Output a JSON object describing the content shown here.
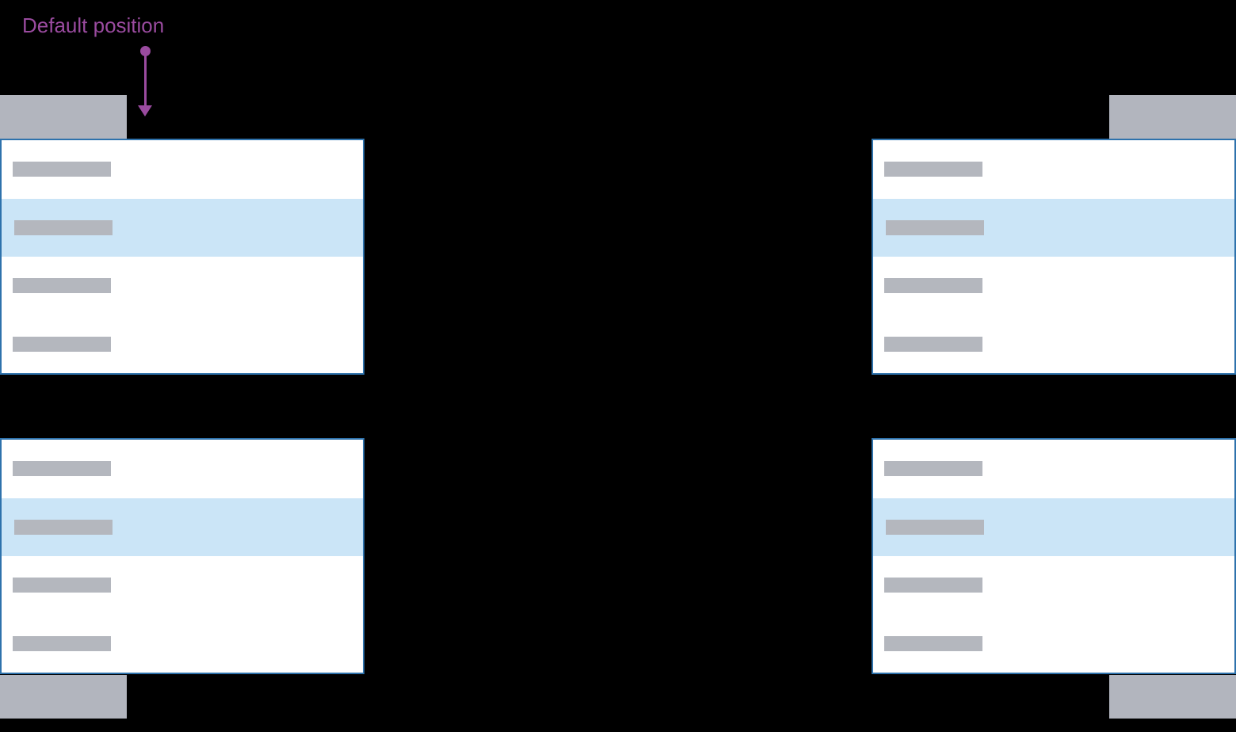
{
  "annotation": {
    "label": "Default position",
    "points_to": "top-left-menu"
  },
  "colors": {
    "bg": "#000000",
    "panel": "#ffffff",
    "border": "#2e72ac",
    "highlight": "#cbe5f7",
    "bar": "#b4b7be",
    "trigger": "#b2b5be",
    "annotation": "#9a4b9f"
  },
  "dropdowns": [
    {
      "position": "top-left",
      "placement": "below-trigger-left-aligned",
      "is_default": true,
      "item_count": 4,
      "highlighted_item_index": 1
    },
    {
      "position": "top-right",
      "placement": "below-trigger-right-aligned",
      "is_default": false,
      "item_count": 4,
      "highlighted_item_index": 1
    },
    {
      "position": "bottom-left",
      "placement": "above-trigger-left-aligned",
      "is_default": false,
      "item_count": 4,
      "highlighted_item_index": 1
    },
    {
      "position": "bottom-right",
      "placement": "above-trigger-right-aligned",
      "is_default": false,
      "item_count": 4,
      "highlighted_item_index": 1
    }
  ]
}
